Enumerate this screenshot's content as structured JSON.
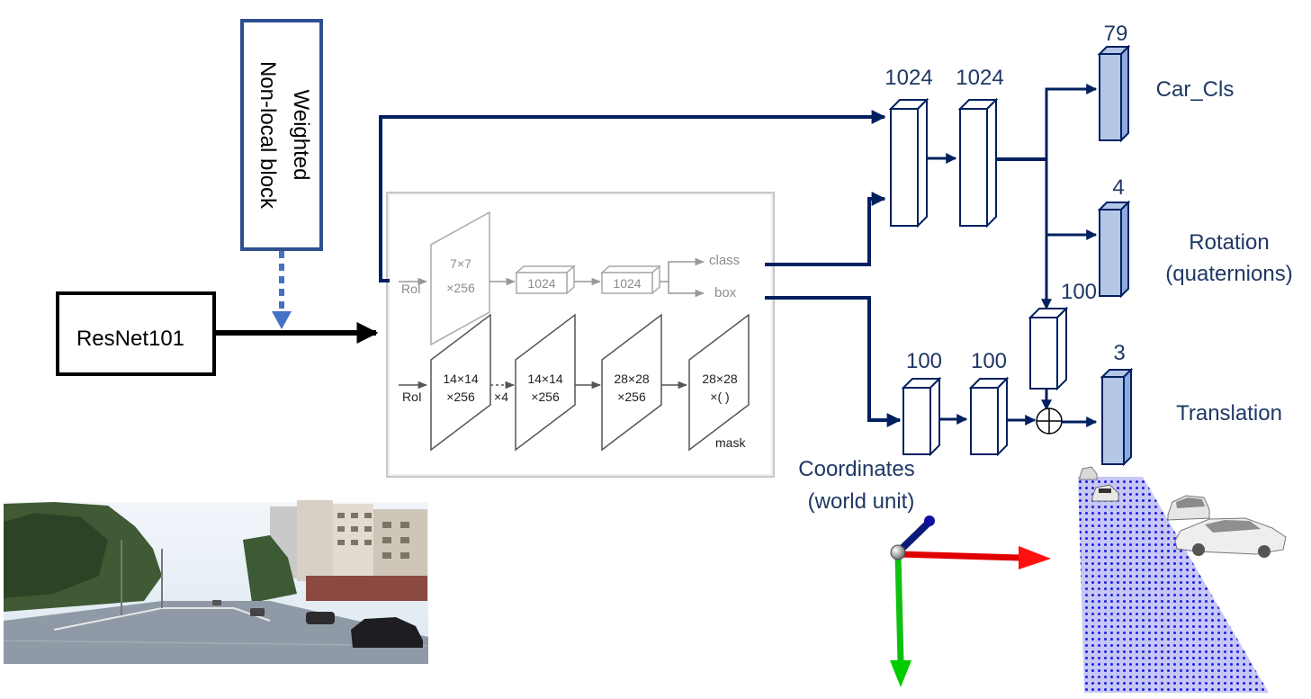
{
  "backbone": {
    "label": "ResNet101"
  },
  "nonlocal": {
    "line1": "Weighted",
    "line2": "Non-local block"
  },
  "maskrcnn": {
    "roi_top": "RoI",
    "roi_bottom": "RoI",
    "top_plate_line1": "7×7",
    "top_plate_line2": "×256",
    "fc1": "1024",
    "fc2": "1024",
    "class": "class",
    "box": "box",
    "m1_line1": "14×14",
    "m1_line2": "×256",
    "repeat": "×4",
    "m2_line1": "14×14",
    "m2_line2": "×256",
    "m3_line1": "28×28",
    "m3_line2": "×256",
    "m4_line1": "28×28",
    "m4_line2": "×( )",
    "mask": "mask"
  },
  "fc_head": {
    "fc1_dim": "1024",
    "fc2_dim": "1024"
  },
  "translation_head": {
    "fc1_dim": "100",
    "fc2_dim": "100",
    "branch_dim": "100"
  },
  "outputs": {
    "car_cls": {
      "dim": "79",
      "label": "Car_Cls"
    },
    "rotation": {
      "dim": "4",
      "label1": "Rotation",
      "label2": "(quaternions)"
    },
    "translation": {
      "dim": "3",
      "label": "Translation"
    }
  },
  "coords": {
    "line1": "Coordinates",
    "line2": "(world unit)"
  },
  "colors": {
    "arrow": "#002060",
    "output_fill": "#b4c7e7",
    "dashed_arrow": "#4472c4",
    "axis_x": "#ff0000",
    "axis_y": "#00cc00",
    "axis_z": "#0000aa",
    "grid": "#1f1fe0"
  }
}
